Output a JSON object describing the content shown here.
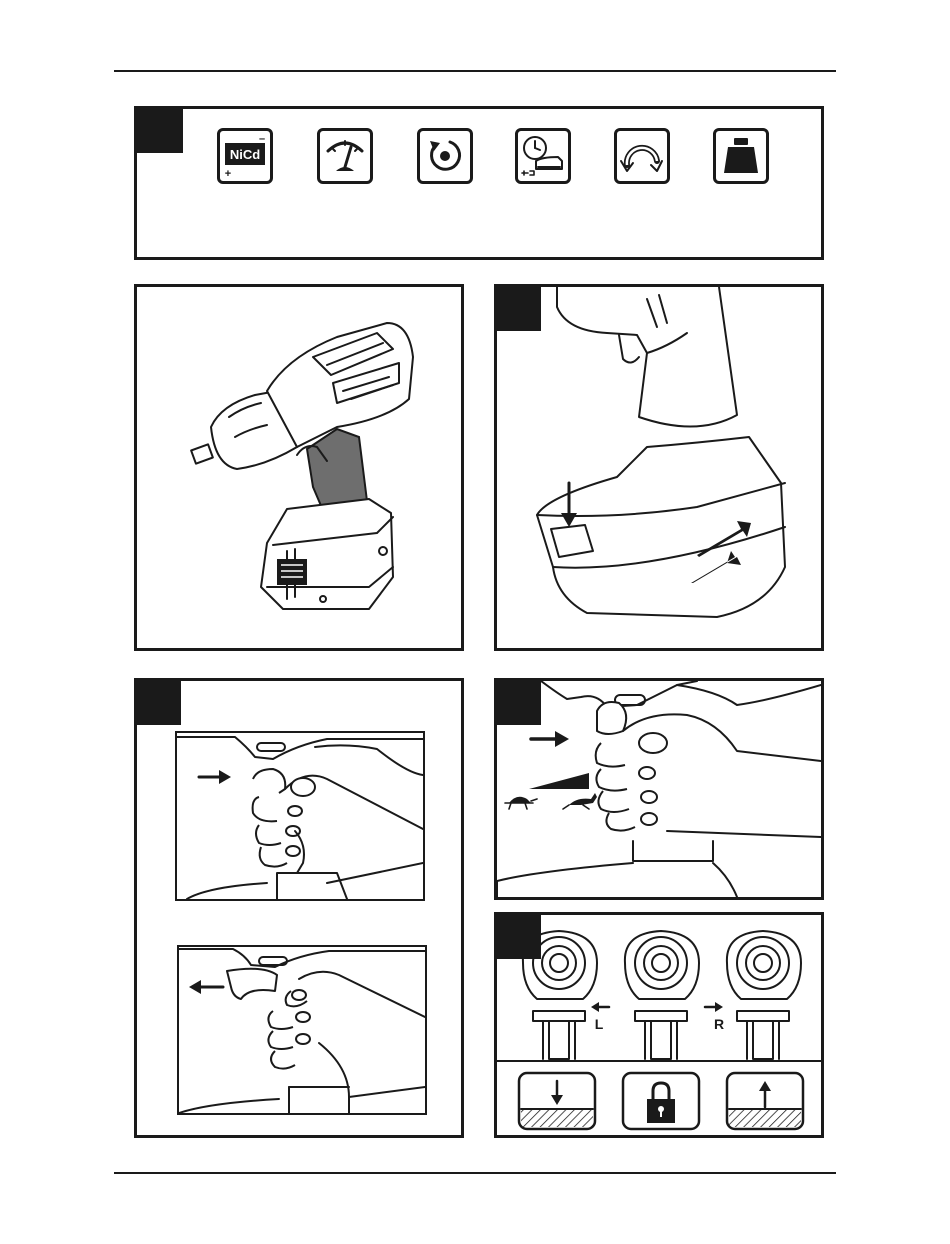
{
  "icons": {
    "battery_label": "NiCd",
    "battery_minus": "–",
    "battery_plus": "+",
    "items": [
      "battery-nicd-icon",
      "speedometer-icon",
      "rotation-icon",
      "charging-time-icon",
      "rotation-direction-icon",
      "weight-icon"
    ]
  },
  "direction": {
    "left_label": "L",
    "right_label": "R"
  },
  "colors": {
    "ink": "#1a1a1a",
    "background": "#ffffff",
    "grip": "#6e6e6e"
  }
}
